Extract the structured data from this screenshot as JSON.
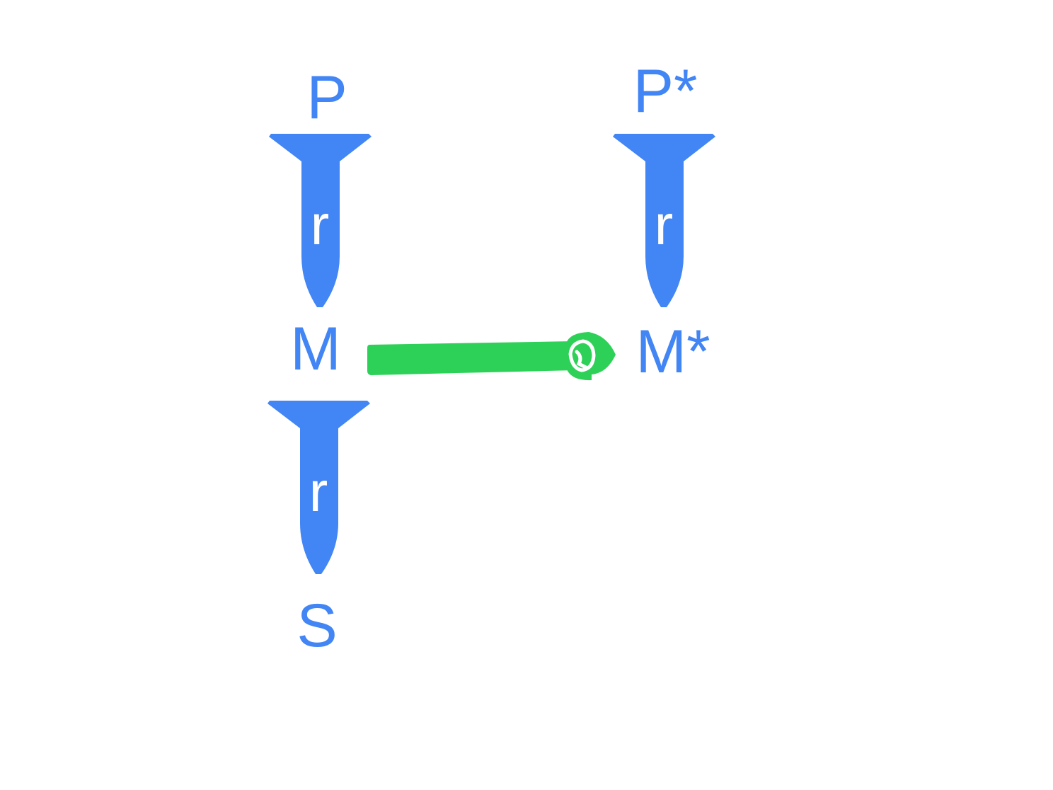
{
  "nodes": {
    "p": "P",
    "p_star": "P*",
    "m": "M",
    "m_star": "M*",
    "s": "S"
  },
  "arrows": {
    "p_to_m": "r",
    "p_star_to_m_star": "r",
    "m_to_s": "r"
  },
  "colors": {
    "node": "#4285f4",
    "arrow": "#4285f4",
    "link": "#2ed158",
    "arrow_text": "#ffffff"
  },
  "icons": {
    "link_end": "q-glyph-icon"
  }
}
